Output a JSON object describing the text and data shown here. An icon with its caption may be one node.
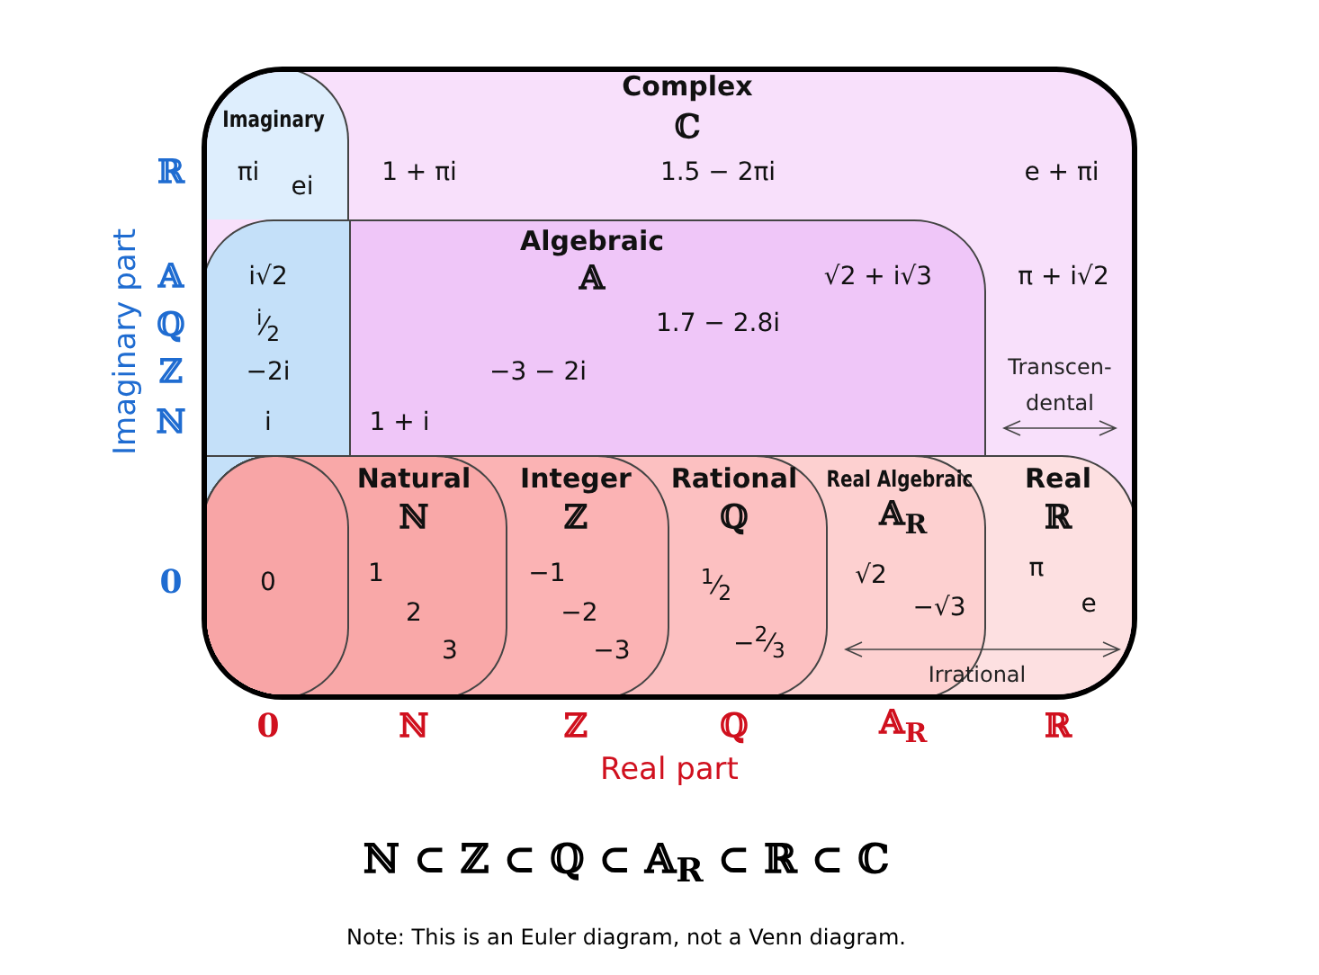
{
  "diagram": {
    "caption": "Note: This is an Euler diagram, not a Venn diagram.",
    "nodes": [
      {
        "text": [
          "Complex",
          "ℂ",
          "1 + πi",
          "1.5 − 2πi",
          "e + πi",
          "π + i√2"
        ]
      },
      {
        "text": [
          "Imaginary",
          "πi",
          "ei"
        ],
        "in": 0
      },
      {
        "text": [
          "Algebraic",
          "i√2",
          "𝔸",
          "√2 + i√3",
          "$^{i}$⁄$_{2}$",
          "1.7 − 2.8i",
          "−2i",
          "−3 − 2i",
          "i",
          "1 + i"
        ],
        "in": 0
      },
      {
        "text": [
          "Real",
          "ℝ",
          "π",
          "e"
        ],
        "in": 0
      },
      {
        "text": [
          "Real Algebraic",
          "𝔸$_{R}$",
          "√2",
          "−√3"
        ],
        "in": 3
      },
      {
        "text": [
          "Rational",
          "ℚ",
          "$^{1}$⁄$_{2}$",
          "−$^{2}$⁄$_{3}$"
        ],
        "in": 4
      },
      {
        "text": [
          "Integer",
          "ℤ",
          "−1",
          "−2",
          "−3"
        ],
        "in": 5
      },
      {
        "text": [
          "Natural",
          "ℕ",
          "1",
          "2",
          "3"
        ],
        "in": 6
      },
      {
        "text": [
          "0"
        ],
        "in": 7
      }
    ],
    "labels": [
      "ℝ",
      "𝔸",
      "ℚ",
      "ℤ",
      "ℕ",
      "0",
      "Imaginary part",
      "Transcen-dental",
      "Irrational",
      "0",
      "ℕ",
      "ℤ",
      "ℚ",
      "𝔸$_{R}$",
      "ℝ",
      "Real part",
      "ℕ ⊂ ℤ ⊂ ℚ ⊂ 𝔸$_{R}$ ⊂ ℝ ⊂ ℂ"
    ]
  }
}
